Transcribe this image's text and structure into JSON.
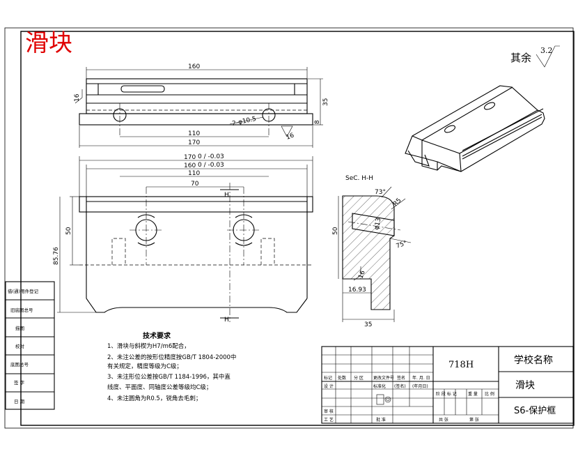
{
  "part_title": "滑块",
  "surface_finish": {
    "prefix": "其余",
    "value": "3.2"
  },
  "dims": {
    "top_length": "160",
    "top_height": "35",
    "hole_spacing_top": "110",
    "overall_length_top": "170",
    "hole_label": "2-φ10.5",
    "r8": "8",
    "roughness_16": "16",
    "width_170": "170",
    "width_170_tol": "0 / -0.03",
    "width_160": "160",
    "width_160_tol": "0 / -0.03",
    "plan_110": "110",
    "plan_70": "70",
    "plan_50": "50",
    "plan_85_76": "85.76",
    "section_title": "SeC. H-H",
    "sec_angle_top": "73°",
    "sec_r5": "R5",
    "sec_phi": "φ13",
    "sec_angle_bottom": "75°",
    "sec_50": "50",
    "sec_16": "16",
    "sec_16_93": "16.93",
    "sec_35": "35",
    "section_marker": "H"
  },
  "tech_req": {
    "title": "技术要求",
    "items": [
      "1、滑块与斜楔为H7/m6配合，",
      "2、未注公差的按形位精度按GB/T 1804-2000中",
      "   有关规定，精度等级为C级；",
      "3、未注形位公差按GB/T 1184-1996，其中直",
      "   线度、平面度、同轴度公差等级均C级；",
      "4、未注圆角为R0.5，锐角去毛刺；"
    ]
  },
  "left_panel": [
    "借(通)用件登记",
    "旧底图总号",
    "描图",
    "校对",
    "底图总号",
    "签 字",
    "日 期"
  ],
  "title_block": {
    "material": "718H",
    "school": "学校名称",
    "part_name": "滑块",
    "drawing_no": "S6-保护框",
    "row_labels_a": [
      "标记",
      "处数",
      "分 区",
      "更改文件号",
      "签名",
      "年. 月. 日"
    ],
    "row_labels_b": [
      "设 计",
      "标准化",
      "(签名)",
      "(年月日)"
    ],
    "row_labels_c": [
      "审 核"
    ],
    "row_labels_d": [
      "工 艺",
      "批 准"
    ],
    "stage_labels": [
      "阶 段 标 记",
      "重 量",
      "比 例"
    ],
    "sheet_labels": [
      "共 张",
      "第 张"
    ]
  }
}
